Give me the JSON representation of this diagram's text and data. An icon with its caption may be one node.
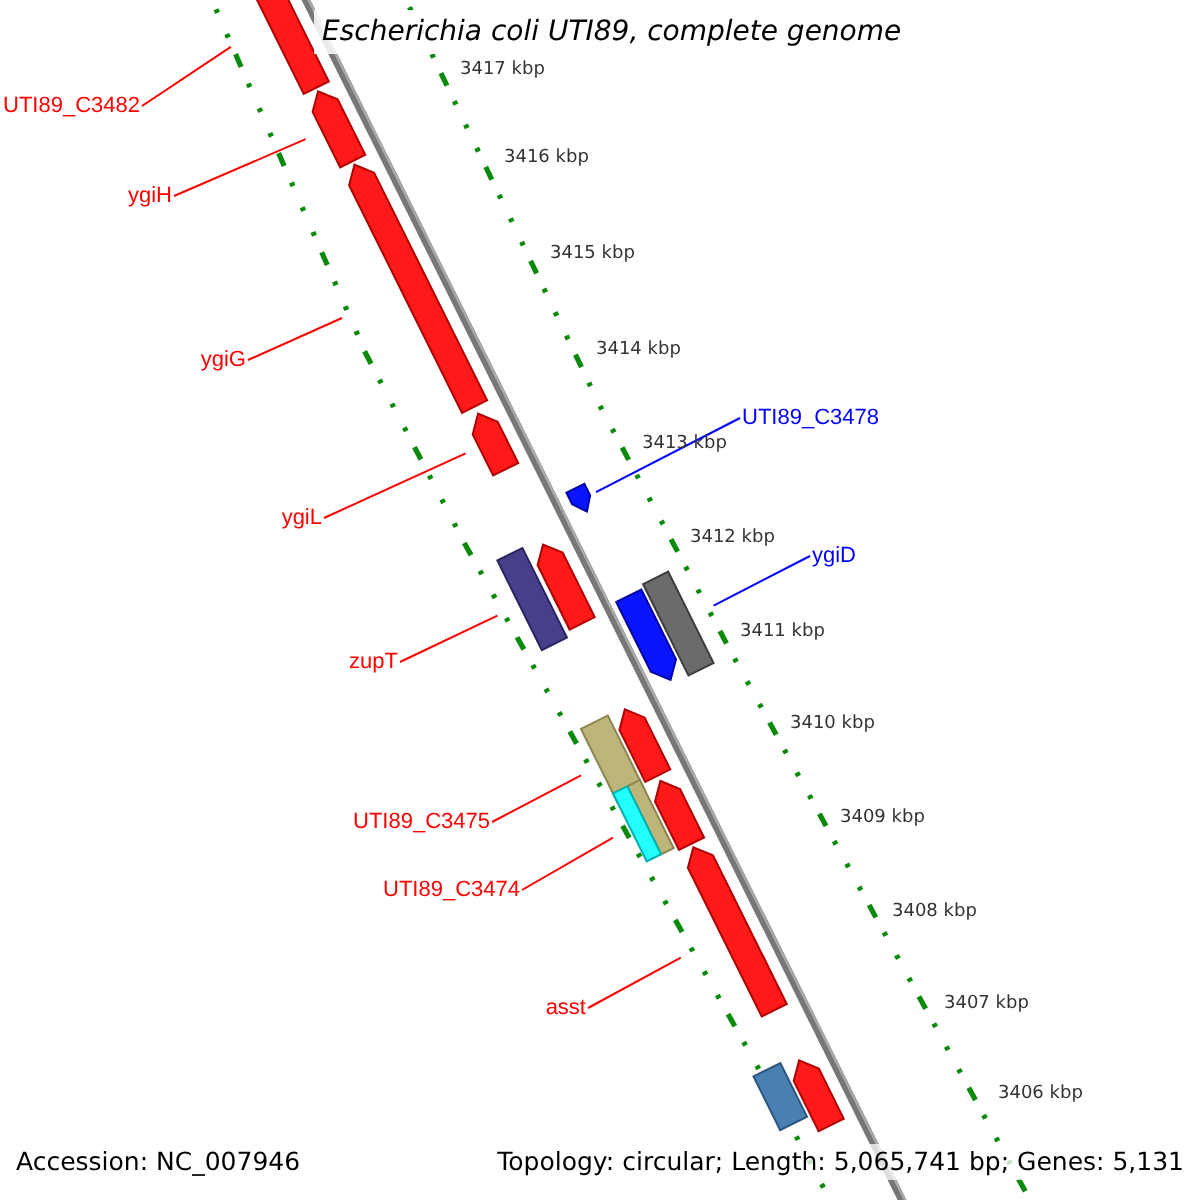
{
  "diagram": {
    "title": "Escherichia coli UTI89, complete genome",
    "nodes": [
      {
        "text": [],
        "shape": "arrow"
      },
      {
        "text": [],
        "shape": "arrow"
      },
      {
        "text": [],
        "shape": "arrow"
      },
      {
        "text": [],
        "shape": "arrow"
      },
      {
        "text": [],
        "shape": "arrow"
      },
      {
        "text": [],
        "shape": "bar"
      },
      {
        "text": [],
        "shape": "arrow"
      },
      {
        "text": [],
        "shape": "bar"
      },
      {
        "text": [],
        "shape": "arrow"
      },
      {
        "text": [],
        "shape": "bar"
      },
      {
        "text": [],
        "shape": "arrow"
      },
      {
        "text": [],
        "shape": "bar"
      },
      {
        "text": [],
        "shape": "bar"
      },
      {
        "text": [],
        "shape": "arrow"
      },
      {
        "text": [],
        "shape": "arrow"
      },
      {
        "text": [],
        "shape": "bar"
      },
      {
        "text": [],
        "shape": "arrow"
      },
      {
        "text": [
          "UTI89_C3482"
        ]
      },
      {
        "text": [
          "ygiH"
        ]
      },
      {
        "text": [
          "ygiG"
        ]
      },
      {
        "text": [
          "ygiL"
        ]
      },
      {
        "text": [
          "zupT"
        ]
      },
      {
        "text": [
          "UTI89_C3475"
        ]
      },
      {
        "text": [
          "UTI89_C3474"
        ]
      },
      {
        "text": [
          "asst"
        ]
      },
      {
        "text": [
          "UTI89_C3478"
        ]
      },
      {
        "text": [
          "ygiD"
        ]
      }
    ],
    "edges": [
      {
        "from": 17,
        "to": 0,
        "arrow": "none"
      },
      {
        "from": 18,
        "to": 1,
        "arrow": "none"
      },
      {
        "from": 19,
        "to": 2,
        "arrow": "none"
      },
      {
        "from": 20,
        "to": 3,
        "arrow": "none"
      },
      {
        "from": 21,
        "to": 5,
        "arrow": "none"
      },
      {
        "from": 22,
        "to": 9,
        "arrow": "none"
      },
      {
        "from": 23,
        "to": 12,
        "arrow": "none"
      },
      {
        "from": 24,
        "to": 14,
        "arrow": "none"
      },
      {
        "from": 25,
        "to": 4,
        "arrow": "none",
        "color": "#0000ff"
      },
      {
        "from": 26,
        "to": 7,
        "arrow": "none",
        "color": "#0000ff"
      }
    ],
    "labels": [
      "3417 kbp",
      "3416 kbp",
      "3415 kbp",
      "3414 kbp",
      "3413 kbp",
      "3412 kbp",
      "3411 kbp",
      "3410 kbp",
      "3409 kbp",
      "3408 kbp",
      "3407 kbp",
      "3406 kbp",
      "Accession: NC_007946",
      "Topology: circular; Length: 5,065,741 bp; Genes: 5,131"
    ]
  }
}
